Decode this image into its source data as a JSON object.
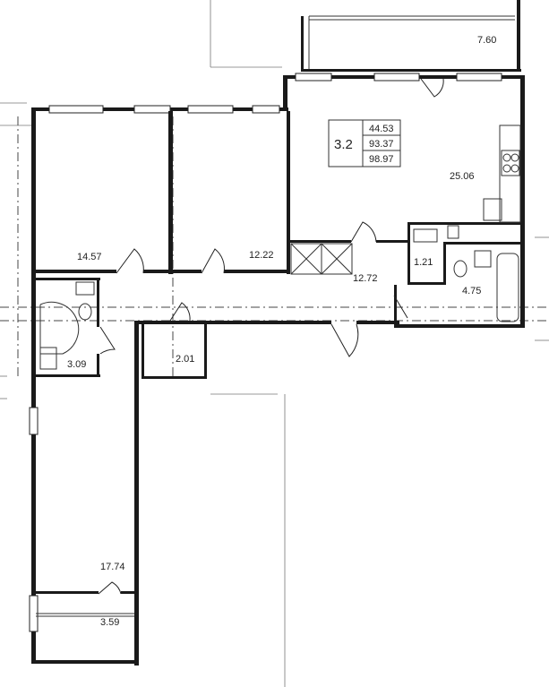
{
  "unit": {
    "code": "3.2",
    "areas": [
      "44.53",
      "93.37",
      "98.97"
    ]
  },
  "rooms": {
    "balcony_top": "7.60",
    "living_kitchen": "25.06",
    "bedroom_1": "14.57",
    "bedroom_2": "12.22",
    "hall": "12.72",
    "wc_small": "1.21",
    "bathroom": "4.75",
    "bathroom_left": "3.09",
    "closet": "2.01",
    "bedroom_3": "17.74",
    "balcony_bottom": "3.59"
  }
}
